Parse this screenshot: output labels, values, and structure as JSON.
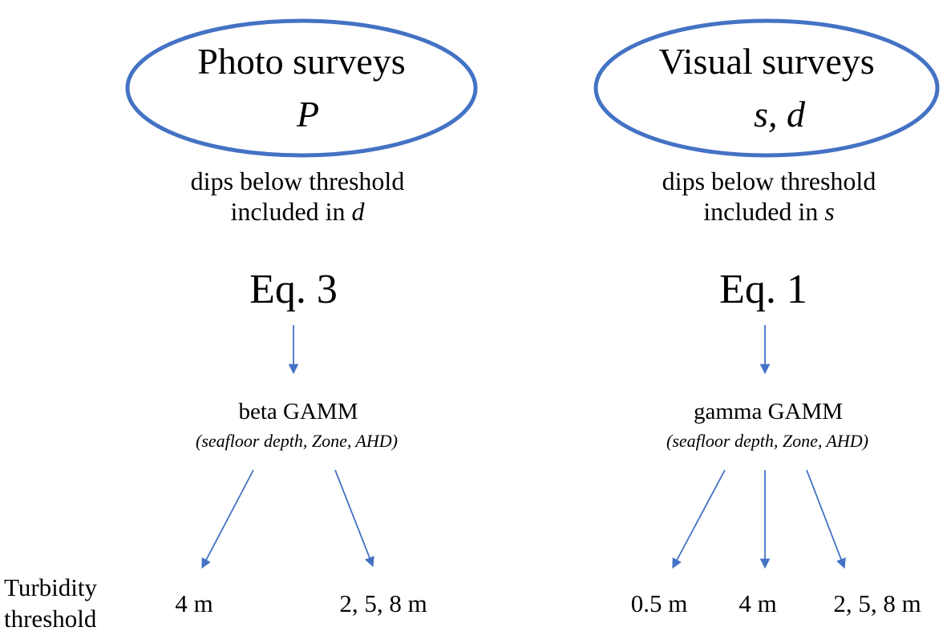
{
  "colors": {
    "ellipse_stroke": "#4472c4",
    "arrow": "#4472c4",
    "text": "#000000"
  },
  "photo": {
    "title": "Photo surveys",
    "variable": "P",
    "desc_line1": "dips below threshold",
    "desc_line2_prefix": "included in ",
    "desc_line2_var": "d",
    "equation": "Eq. 3",
    "model": "beta GAMM",
    "covariates": "(seafloor depth, Zone, AHD)",
    "thresholds": [
      "4 m",
      "2, 5, 8 m"
    ]
  },
  "visual": {
    "title": "Visual surveys",
    "variable": "s, d",
    "desc_line1": "dips below threshold",
    "desc_line2_prefix": "included in ",
    "desc_line2_var": "s",
    "equation": "Eq. 1",
    "model": "gamma GAMM",
    "covariates": "(seafloor depth, Zone, AHD)",
    "thresholds": [
      "0.5 m",
      "4 m",
      "2, 5, 8 m"
    ]
  },
  "row_label": {
    "line1": "Turbidity",
    "line2": "threshold"
  }
}
